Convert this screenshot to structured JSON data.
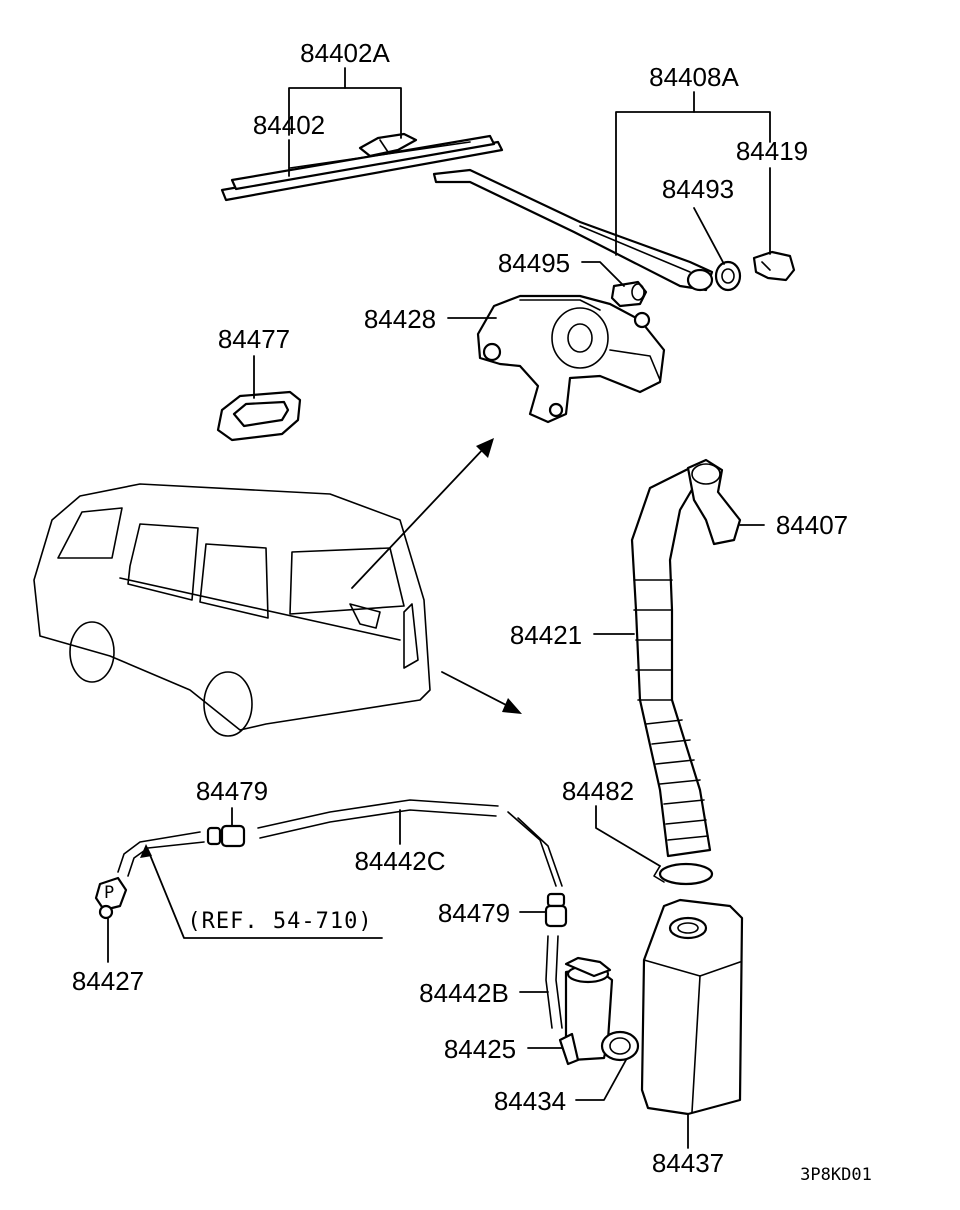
{
  "labels": {
    "p84402A": "84402A",
    "p84402": "84402",
    "p84408A": "84408A",
    "p84419": "84419",
    "p84493": "84493",
    "p84495": "84495",
    "p84428": "84428",
    "p84477": "84477",
    "p84407": "84407",
    "p84421": "84421",
    "p84482": "84482",
    "p84479a": "84479",
    "p84442C": "84442C",
    "p84479b": "84479",
    "p84427": "84427",
    "p84442B": "84442B",
    "p84425": "84425",
    "p84434": "84434",
    "p84437": "84437"
  },
  "reference_note": "(REF. 54-710)",
  "diagram_code": "3P8KD01"
}
